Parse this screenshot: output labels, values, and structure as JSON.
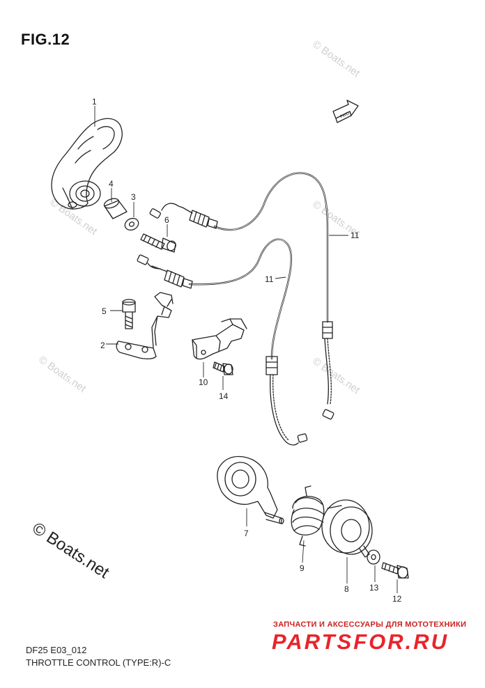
{
  "figure": {
    "title": "FIG.12",
    "code": "DF25 E03_012",
    "subtitle": "THROTTLE CONTROL (TYPE:R)-C"
  },
  "fwd_label": "FWD",
  "watermark_text": "© Boats.net",
  "copyright_text": "© Boats.net",
  "branding": {
    "tagline_ru": "ЗАПЧАСТИ И АКСЕССУАРЫ ДЛЯ МОТОТЕХНИКИ",
    "site": "PARTSFOR.RU",
    "site_color": "#e8242b"
  },
  "callouts": [
    "1",
    "2",
    "3",
    "4",
    "5",
    "6",
    "7",
    "8",
    "9",
    "10",
    "11",
    "11",
    "12",
    "13",
    "14"
  ]
}
